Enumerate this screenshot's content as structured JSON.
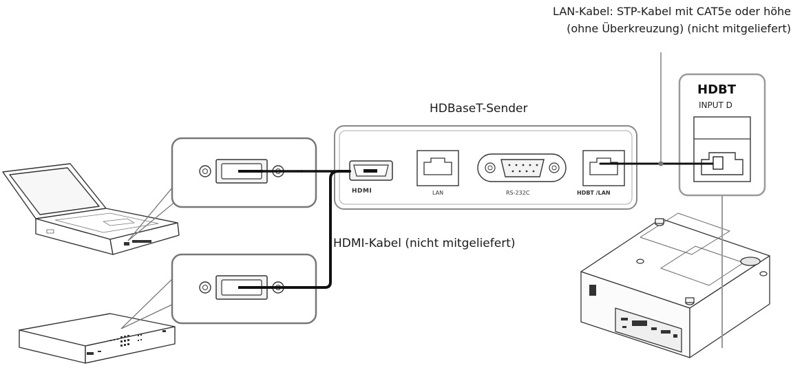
{
  "labels": {
    "lan_cable_line1": "LAN-Kabel: STP-Kabel mit CAT5e oder höhe",
    "lan_cable_line2": "(ohne Überkreuzung) (nicht mitgeliefert)",
    "sender_title": "HDBaseT-Sender",
    "hdmi_cable": "HDMI-Kabel (nicht mitgeliefert)"
  },
  "ports": {
    "hdmi": "HDMI",
    "lan": "LAN",
    "rs232c": "RS-232C",
    "hdbt_lan": "HDBT /LAN"
  },
  "projector_panel": {
    "brand": "HDBT",
    "input": "INPUT D"
  },
  "colors": {
    "line": "#555555",
    "cable": "#111111",
    "panel_border": "#7a7a7a"
  }
}
